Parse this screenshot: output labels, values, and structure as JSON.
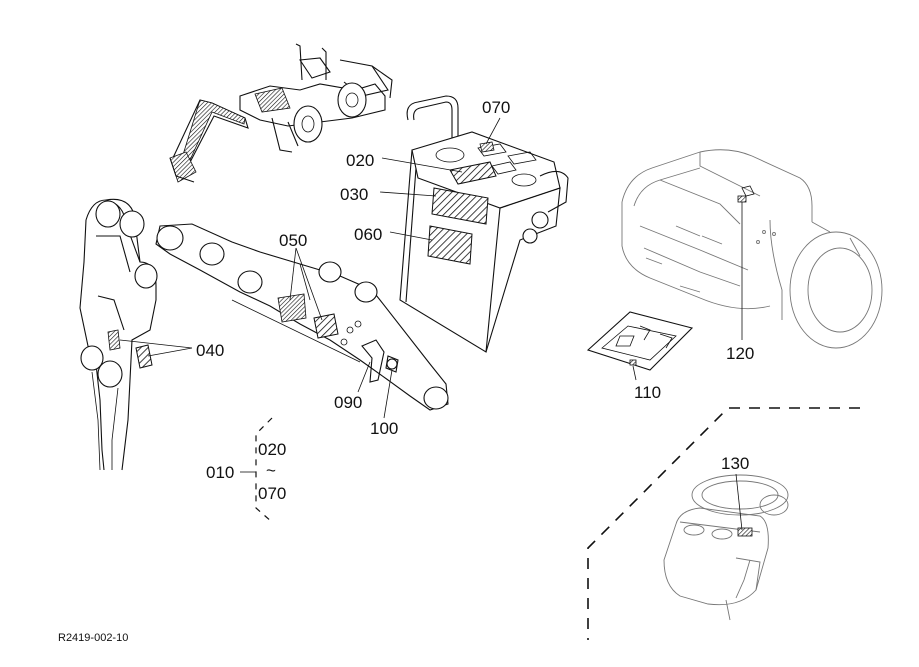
{
  "drawing": {
    "code": "R2419-002-10",
    "parts": {
      "p010": "010",
      "p020": "020",
      "p030": "030",
      "p040": "040",
      "p050": "050",
      "p060": "060",
      "p070": "070",
      "p090": "090",
      "p100": "100",
      "p110": "110",
      "p120": "120",
      "p130": "130"
    },
    "range": {
      "from": "020",
      "tilde": "~",
      "to": "070"
    }
  }
}
